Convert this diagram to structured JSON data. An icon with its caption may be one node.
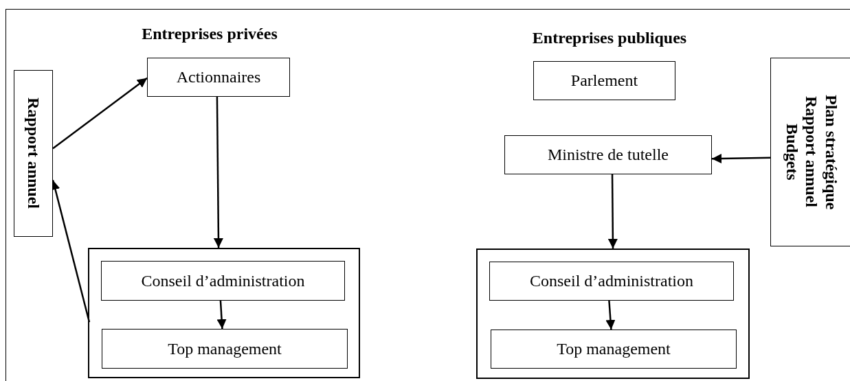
{
  "diagram": {
    "nodes": [
      {
        "text": [
          "Rapport annuel"
        ]
      },
      {
        "text": [
          "Actionnaires"
        ]
      },
      {
        "text": [],
        "shape": "box"
      },
      {
        "text": [
          "Conseil d’administration"
        ],
        "in": 2
      },
      {
        "text": [
          "Top management"
        ],
        "in": 2
      },
      {
        "text": [
          "Parlement"
        ]
      },
      {
        "text": [
          "Ministre de tutelle"
        ]
      },
      {
        "text": [
          "Plan stratégique",
          "Rapport annuel",
          "Budgets"
        ]
      },
      {
        "text": [],
        "shape": "box"
      },
      {
        "text": [
          "Conseil d’administration"
        ],
        "in": 8
      },
      {
        "text": [
          "Top management"
        ],
        "in": 8
      }
    ],
    "edges": [
      {
        "from": 0,
        "to": 1,
        "arrow": "to"
      },
      {
        "from": 1,
        "to": 2,
        "arrow": "to"
      },
      {
        "from": 3,
        "to": 4,
        "arrow": "to"
      },
      {
        "from": 2,
        "to": 0,
        "arrow": "to"
      },
      {
        "from": 7,
        "to": 6,
        "arrow": "to"
      },
      {
        "from": 6,
        "to": 8,
        "arrow": "to"
      },
      {
        "from": 9,
        "to": 10,
        "arrow": "to"
      }
    ],
    "labels": [
      "Entreprises privées",
      "Entreprises publiques"
    ]
  }
}
